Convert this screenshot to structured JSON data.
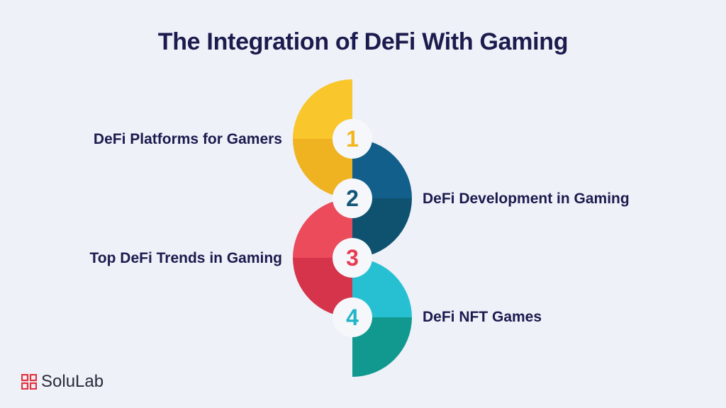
{
  "title": "The Integration of DeFi With Gaming",
  "steps": [
    {
      "number": "1",
      "label": "DeFi Platforms for Gamers",
      "color_top": "#f9c62c",
      "color_bottom": "#efb322",
      "number_color": "#f2b61e"
    },
    {
      "number": "2",
      "label": "DeFi Development in Gaming",
      "color_top": "#125f8c",
      "color_bottom": "#0f5270",
      "number_color": "#125679"
    },
    {
      "number": "3",
      "label": "Top DeFi Trends in Gaming",
      "color_top": "#ec4b5b",
      "color_bottom": "#d5344a",
      "number_color": "#e83c52"
    },
    {
      "number": "4",
      "label": "DeFi NFT Games",
      "color_top": "#27c0d3",
      "color_bottom": "#12998f",
      "number_color": "#22b5c9"
    }
  ],
  "brand": {
    "name": "SoluLab",
    "logo_color": "#e2323f"
  }
}
